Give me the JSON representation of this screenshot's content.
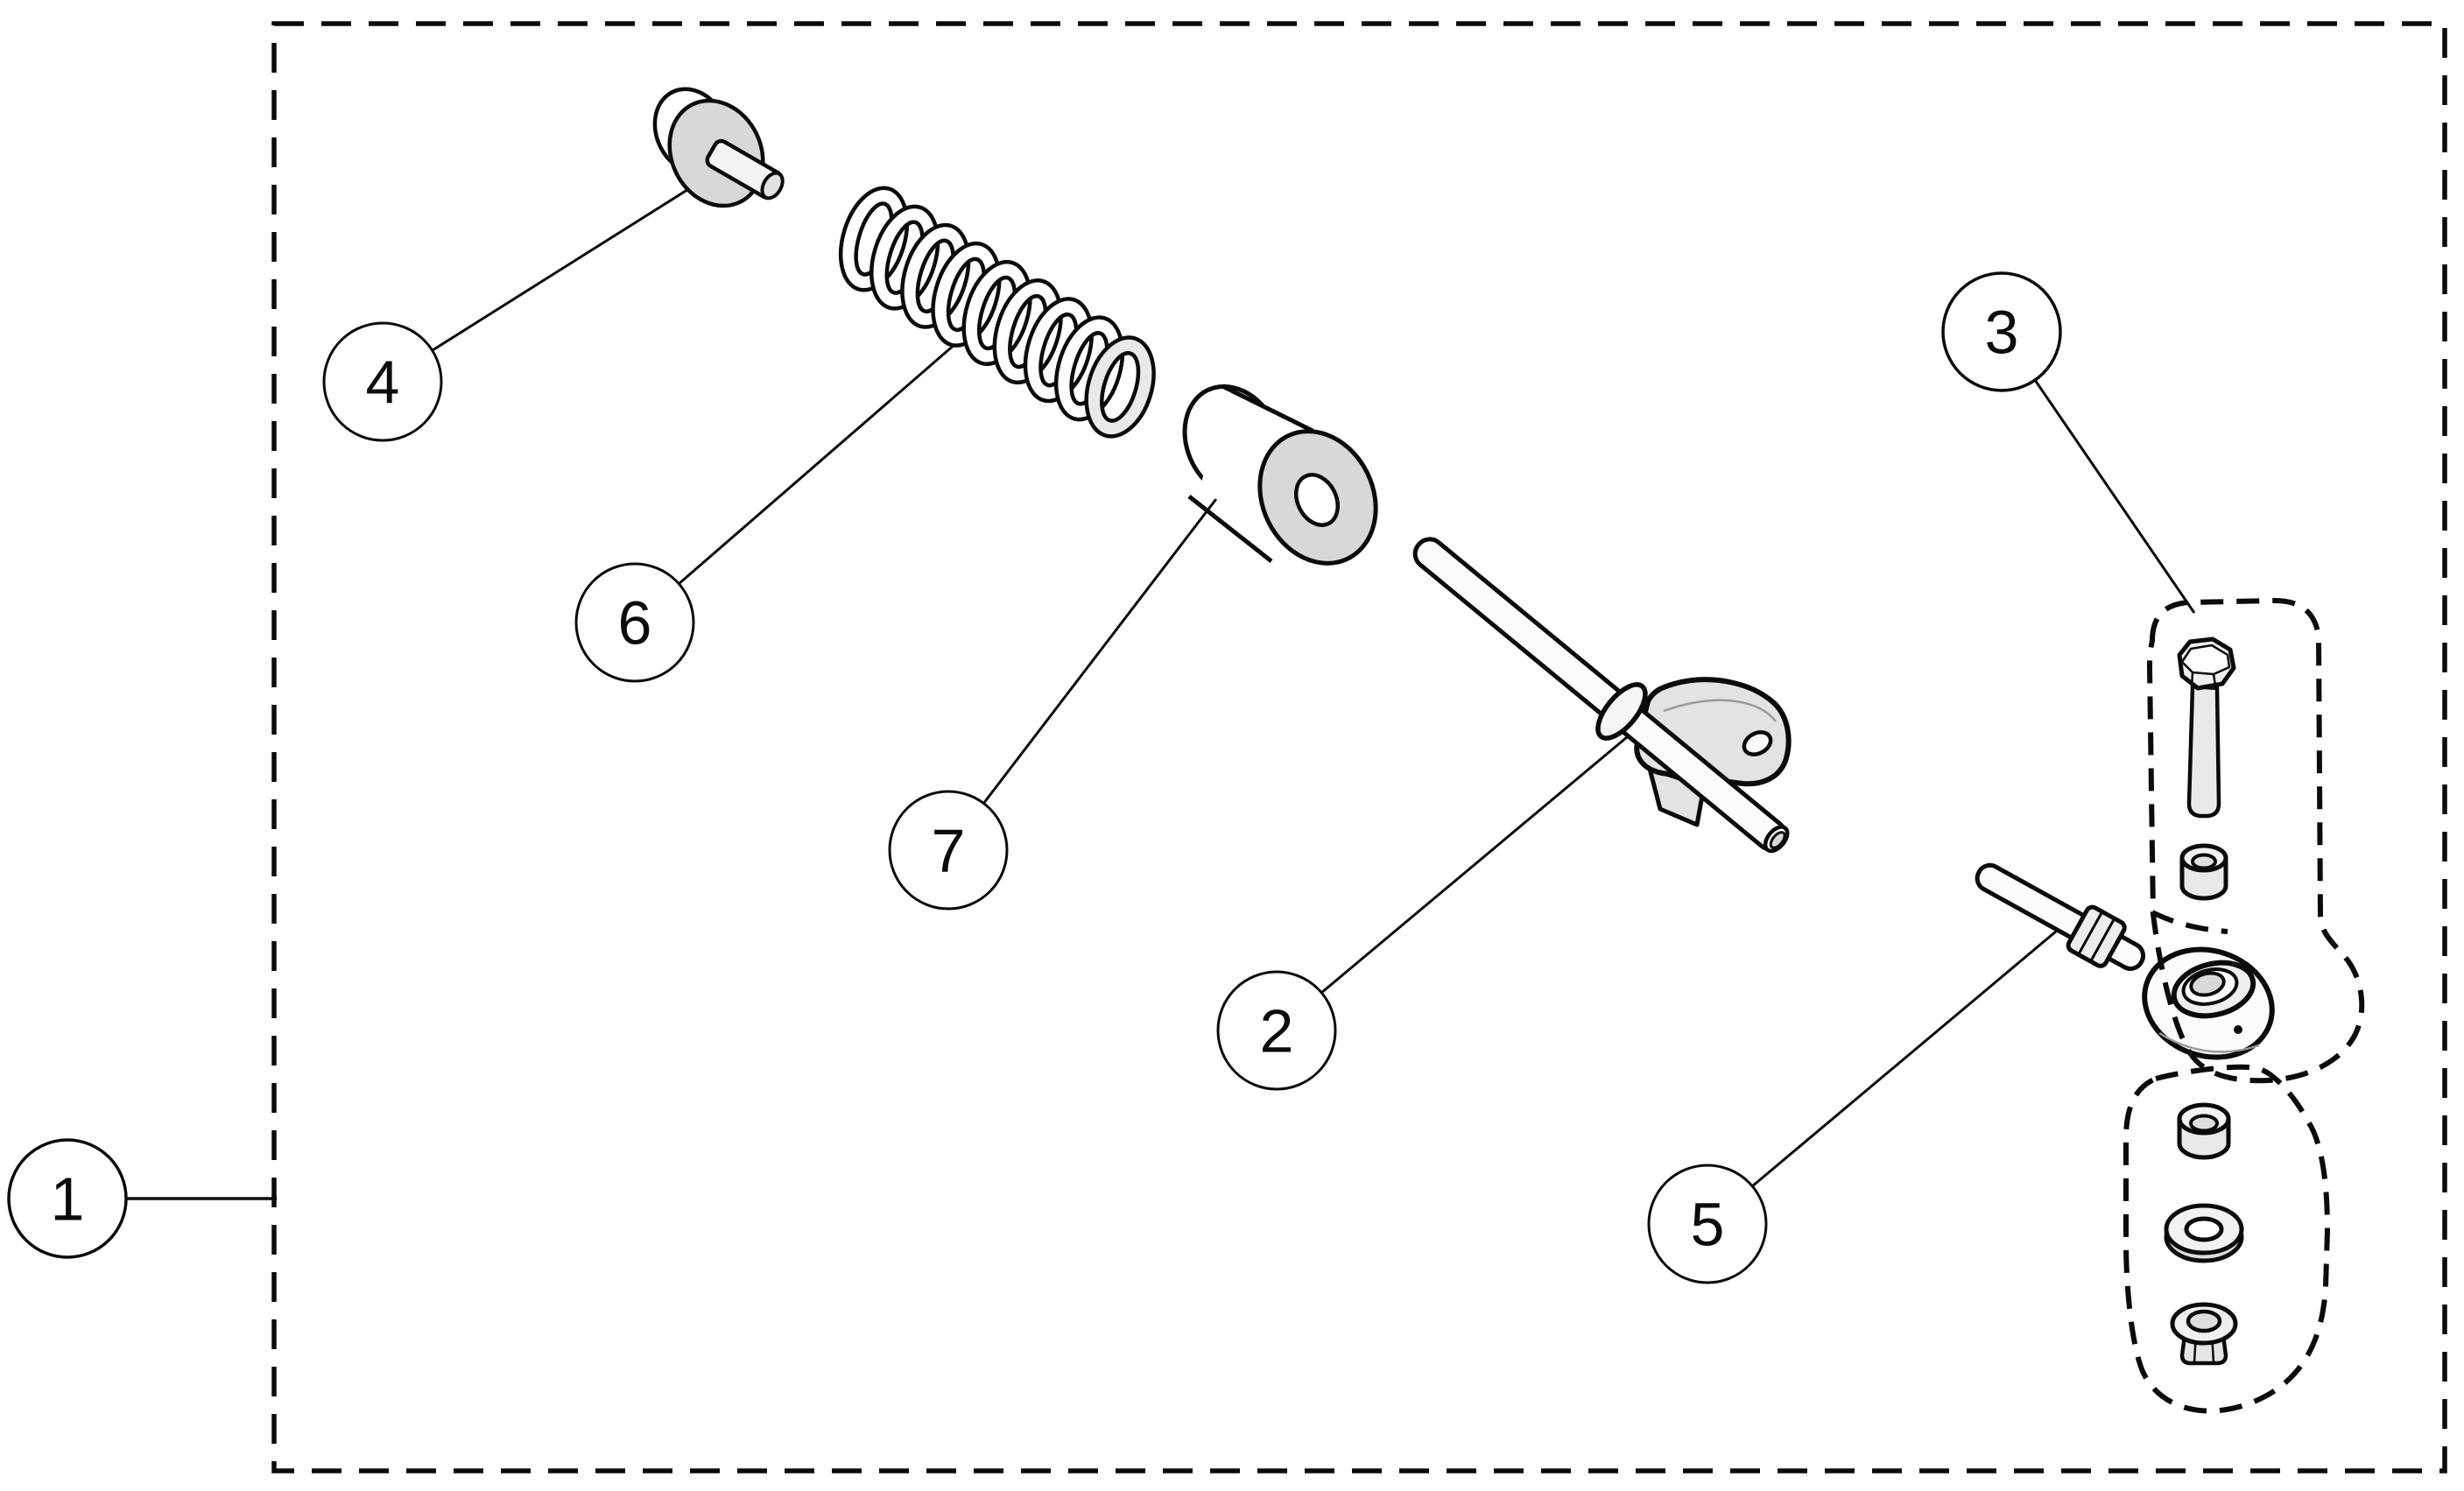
{
  "diagram": {
    "background_color": "#ffffff",
    "line_color": "#0b0b0b",
    "part_fill_light": "#fcfcfc",
    "part_fill_gray": "#d8d8d8",
    "hardware_fill": "#ececec",
    "callouts": [
      {
        "label": "1"
      },
      {
        "label": "2"
      },
      {
        "label": "3"
      },
      {
        "label": "4"
      },
      {
        "label": "5"
      },
      {
        "label": "6"
      },
      {
        "label": "7"
      }
    ]
  }
}
